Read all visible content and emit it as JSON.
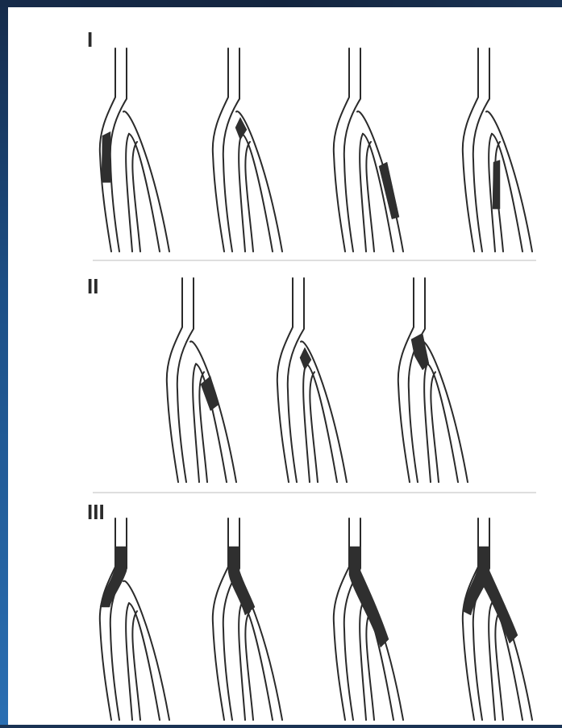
{
  "figure": {
    "panels": [
      {
        "label": "I",
        "items": [
          {
            "lesion": "left-branch"
          },
          {
            "lesion": "left-branch-ostium"
          },
          {
            "lesion": "right-branch"
          },
          {
            "lesion": "right-branch-inner"
          }
        ]
      },
      {
        "label": "II",
        "items": [
          {
            "lesion": "right-branch-ostium"
          },
          {
            "lesion": "left-branch-ostium"
          },
          {
            "lesion": "bifurcation-carina"
          }
        ]
      },
      {
        "label": "III",
        "items": [
          {
            "lesion": "main-plus-left"
          },
          {
            "lesion": "main-plus-right"
          },
          {
            "lesion": "main-plus-right-long"
          },
          {
            "lesion": "main-plus-both"
          }
        ]
      }
    ]
  },
  "colors": {
    "vessel_wall": "#2a2a2a",
    "lesion_fill": "#2f2f2f",
    "divider": "#c9c9c9",
    "frame_blue": "#1c4f86"
  }
}
